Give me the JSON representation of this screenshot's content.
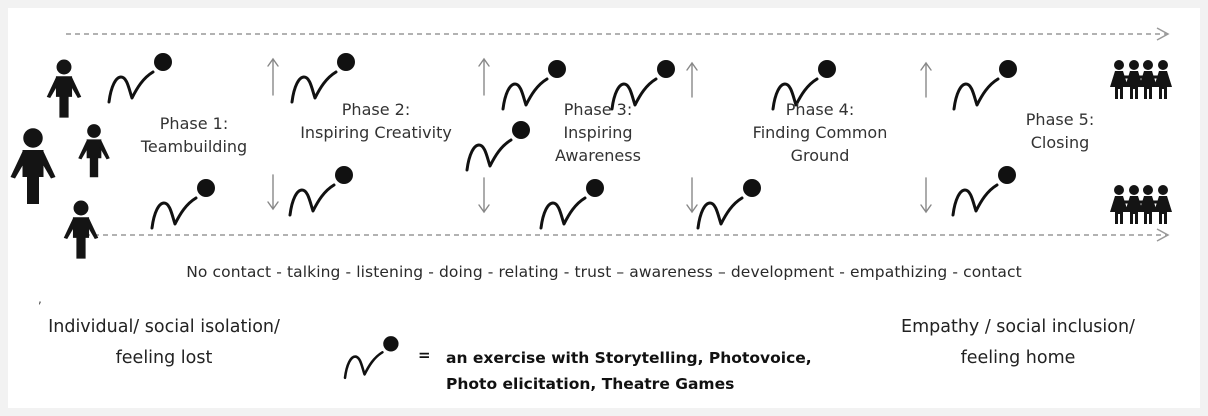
{
  "phases": [
    {
      "lines": [
        "Phase 1:",
        "Teambuilding"
      ]
    },
    {
      "lines": [
        "Phase 2:",
        "Inspiring Creativity"
      ]
    },
    {
      "lines": [
        "Phase 3:",
        "Inspiring",
        "Awareness"
      ]
    },
    {
      "lines": [
        "Phase 4:",
        "Finding Common",
        "Ground"
      ]
    },
    {
      "lines": [
        "Phase 5:",
        "Closing"
      ]
    }
  ],
  "progression": "No contact - talking - listening - doing - relating - trust – awareness – development - empathizing - contact",
  "start_label": {
    "line1": "Individual/ social isolation/",
    "line2": "feeling lost"
  },
  "end_label": {
    "line1": "Empathy / social inclusion/",
    "line2": "feeling home"
  },
  "legend": {
    "equals": "=",
    "line1": "an exercise with Storytelling, Photovoice,",
    "line2": "Photo elicitation, Theatre Games"
  },
  "stray_mark": ",",
  "colors": {
    "icon": "#141414",
    "arrow": "#888888",
    "dashed": "#999999",
    "text": "#333333"
  }
}
